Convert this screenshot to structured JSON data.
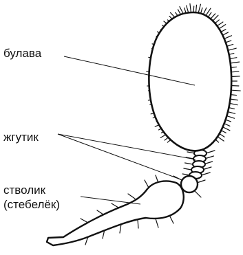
{
  "labels": {
    "club": "булава",
    "flagellum": "жгутик",
    "scape": "стволик",
    "scape_alt": "(стебелёк)"
  },
  "colors": {
    "ink": "#111111",
    "background": "#ffffff"
  }
}
